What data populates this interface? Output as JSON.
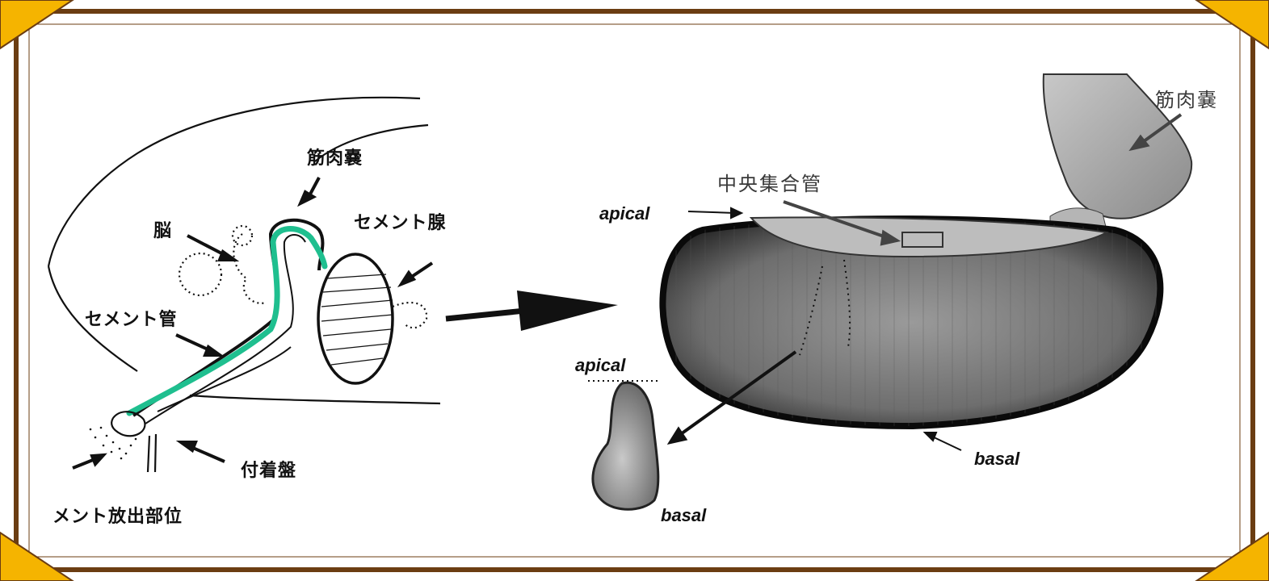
{
  "frame": {
    "border_color": "#6b3d12",
    "corner_color": "#f5b400",
    "accent_line": "#1fbf8f"
  },
  "left_diagram": {
    "labels": {
      "muscle_sac": "筋肉嚢",
      "brain": "脳",
      "cement_gland": "セメント腺",
      "cement_duct": "セメント管",
      "adhesive_disc": "付着盤",
      "cement_release_site": "メント放出部位"
    }
  },
  "right_image": {
    "labels": {
      "muscle_sac": "筋肉嚢",
      "central_collecting_duct": "中央集合管",
      "apical_top": "apical",
      "basal_bottom": "basal",
      "apical_cell": "apical",
      "basal_cell": "basal"
    }
  }
}
